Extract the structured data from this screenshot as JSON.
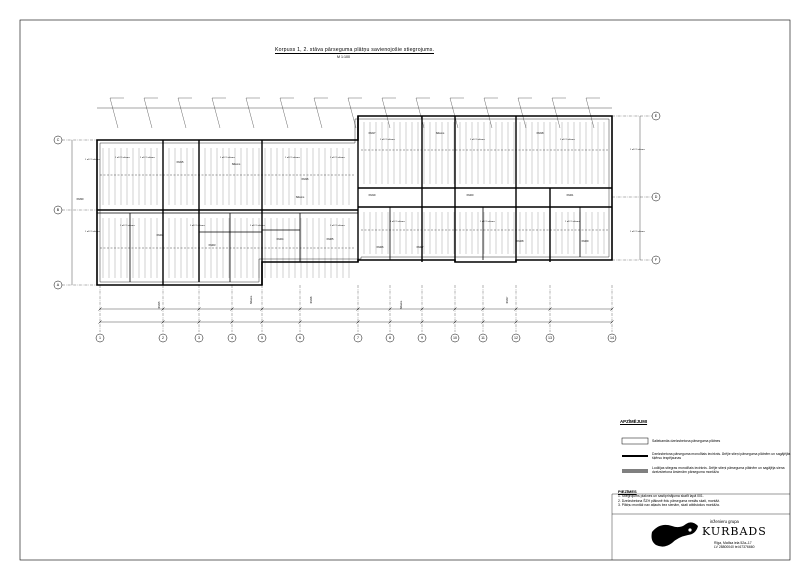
{
  "title": "Korpuss 1, 2. stāva pārseguma plātņu savienojošie stiegrojums.",
  "scale": "M 1:100",
  "axes_bottom": [
    "1",
    "2",
    "3",
    "4",
    "5",
    "6",
    "7",
    "8",
    "9",
    "10",
    "11",
    "12",
    "13",
    "14"
  ],
  "axes_left": [
    "C",
    "B",
    "A"
  ],
  "axes_right": [
    "E",
    "D",
    "F"
  ],
  "beam_labels": [
    "KM15",
    "Siltums",
    "KM16",
    "Siltums",
    "KM17",
    "Siltums",
    "KM18",
    "KM19",
    "KM20",
    "KM21",
    "KM22",
    "KM23",
    "KM24",
    "KM25",
    "KM26",
    "KM27",
    "KM28",
    "KM29",
    "KM30"
  ],
  "plan_note": "1 ø12 5 siltums",
  "legend": {
    "title": "APZĪMĒJUMI",
    "items": [
      "Saliekamās dzelzsbetona pārseguma plātnes",
      "Dzelzsbetona pārseguma monolītais iecirknis. Ārējie stieņi pārseguma plātnēm un sagājējās šķērsu iespējaunas",
      "Lodžijas stiegras monolītais iecirknis. Ārējie stieņi pārseguma plātnēm un sagājēja siena dzelzsbetona ārsienām pārseguma montāža"
    ]
  },
  "notes": {
    "title": "PIEZĪMES",
    "items": [
      "1. Stiegrojums plaknes un sastiprinājuma skatīt lapā 001.",
      "2. Dzelzsbetona ŠZH plāksnē ēdu pārseguma nestās skati, montāž.",
      "3. Plātņu montāž nav atļauts bez sienām, skati atbilstošos montāža."
    ]
  },
  "title_block": {
    "subtitle": "inženieru grupa",
    "brand": "KURBADS",
    "address": "Rīga, Matīsa iela 52a–17",
    "reg": "LV 28800040 tel.67376660"
  }
}
